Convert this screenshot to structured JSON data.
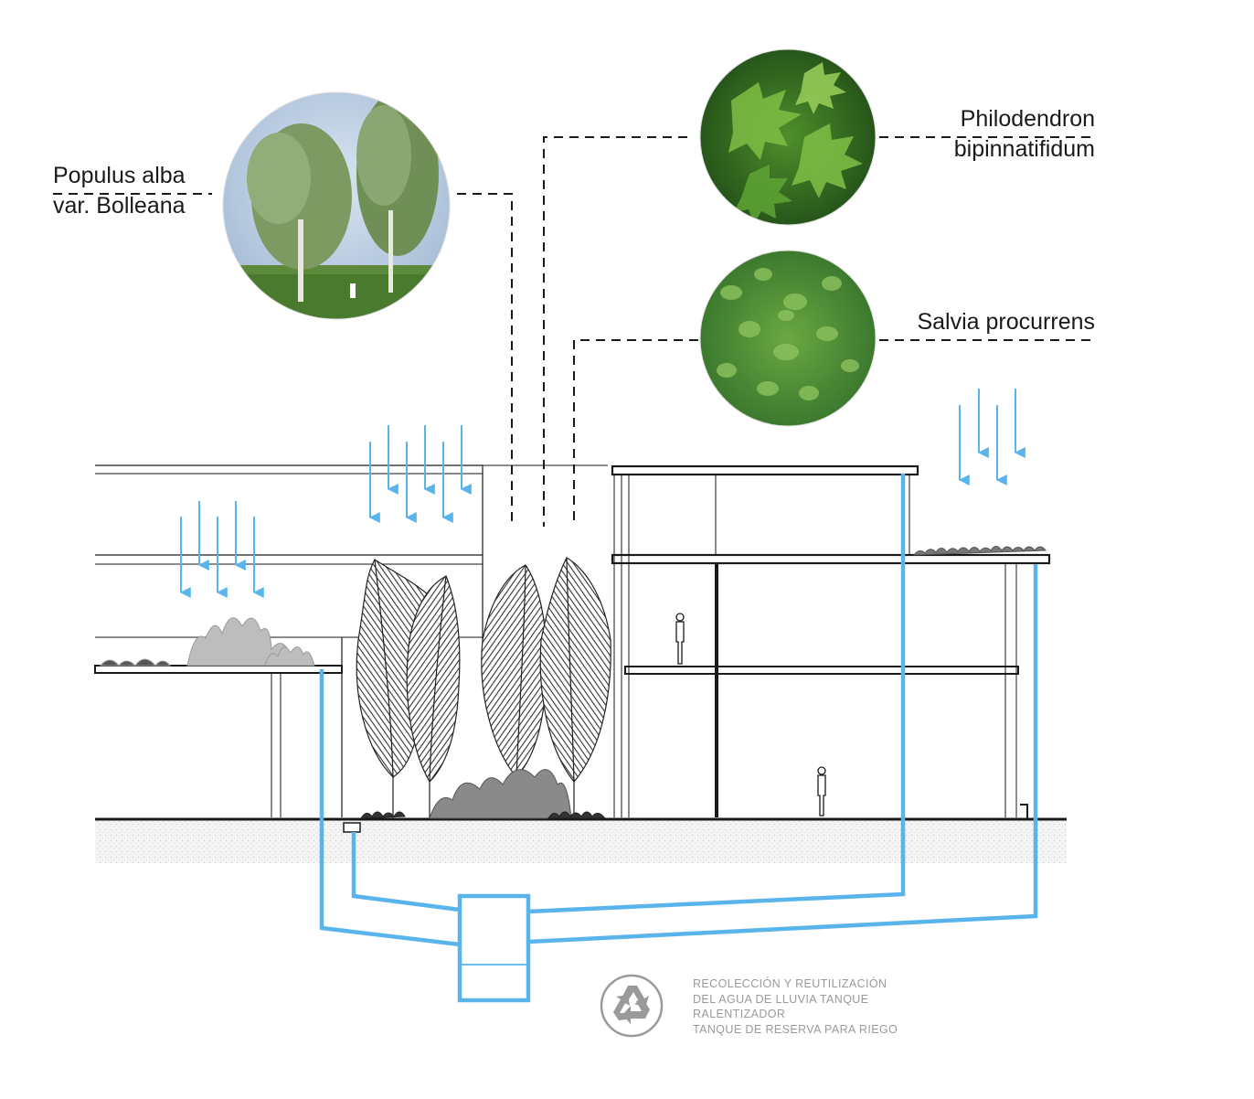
{
  "labels": {
    "populus": [
      "Populus alba",
      "var. Bolleana"
    ],
    "philodendron": [
      "Philodendron",
      "bipinnatifidum"
    ],
    "salvia": [
      "Salvia procurrens"
    ]
  },
  "legend": {
    "lines": [
      "RECOLECCIÓN Y REUTILIZACIÓN",
      "DEL AGUA DE LLUVIA TANQUE",
      "RALENTIZADOR",
      "TANQUE DE RESERVA PARA RIEGO"
    ],
    "icon": "recycle-icon"
  },
  "colors": {
    "water": "#5ab4ec",
    "line": "#1a1a1a",
    "foliage": "#3a3a3a",
    "ground": "#eeeeee",
    "legend": "#9a9a9a"
  }
}
